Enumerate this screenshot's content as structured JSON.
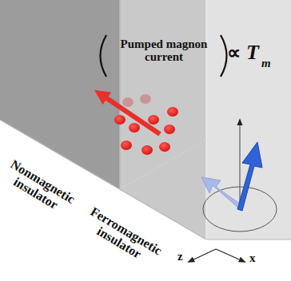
{
  "diagram": {
    "labels": [
      "Pumped magnon current",
      "∝",
      "T",
      "m",
      "Nonmagnetic insulator",
      "Ferromagnetic insulator",
      "z",
      "x"
    ]
  }
}
